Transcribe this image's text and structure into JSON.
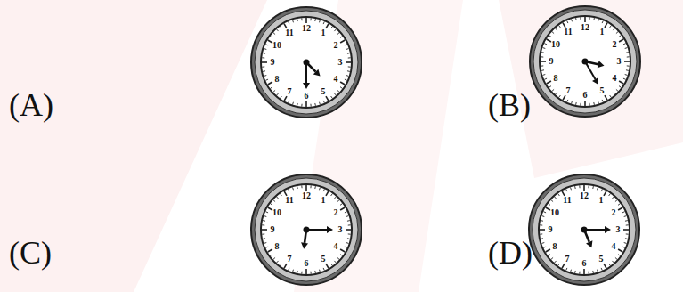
{
  "diagram": {
    "labels": [
      "(A)",
      "12",
      "1",
      "2",
      "3",
      "4",
      "5",
      "6",
      "7",
      "8",
      "9",
      "10",
      "11",
      "(B)",
      "12",
      "1",
      "2",
      "3",
      "4",
      "5",
      "6",
      "7",
      "8",
      "9",
      "10",
      "11",
      "(C)",
      "12",
      "1",
      "2",
      "3",
      "4",
      "5",
      "6",
      "7",
      "8",
      "9",
      "10",
      "11",
      "(D)",
      "12",
      "1",
      "2",
      "3",
      "4",
      "5",
      "6",
      "7",
      "8",
      "9",
      "10",
      "11"
    ]
  }
}
